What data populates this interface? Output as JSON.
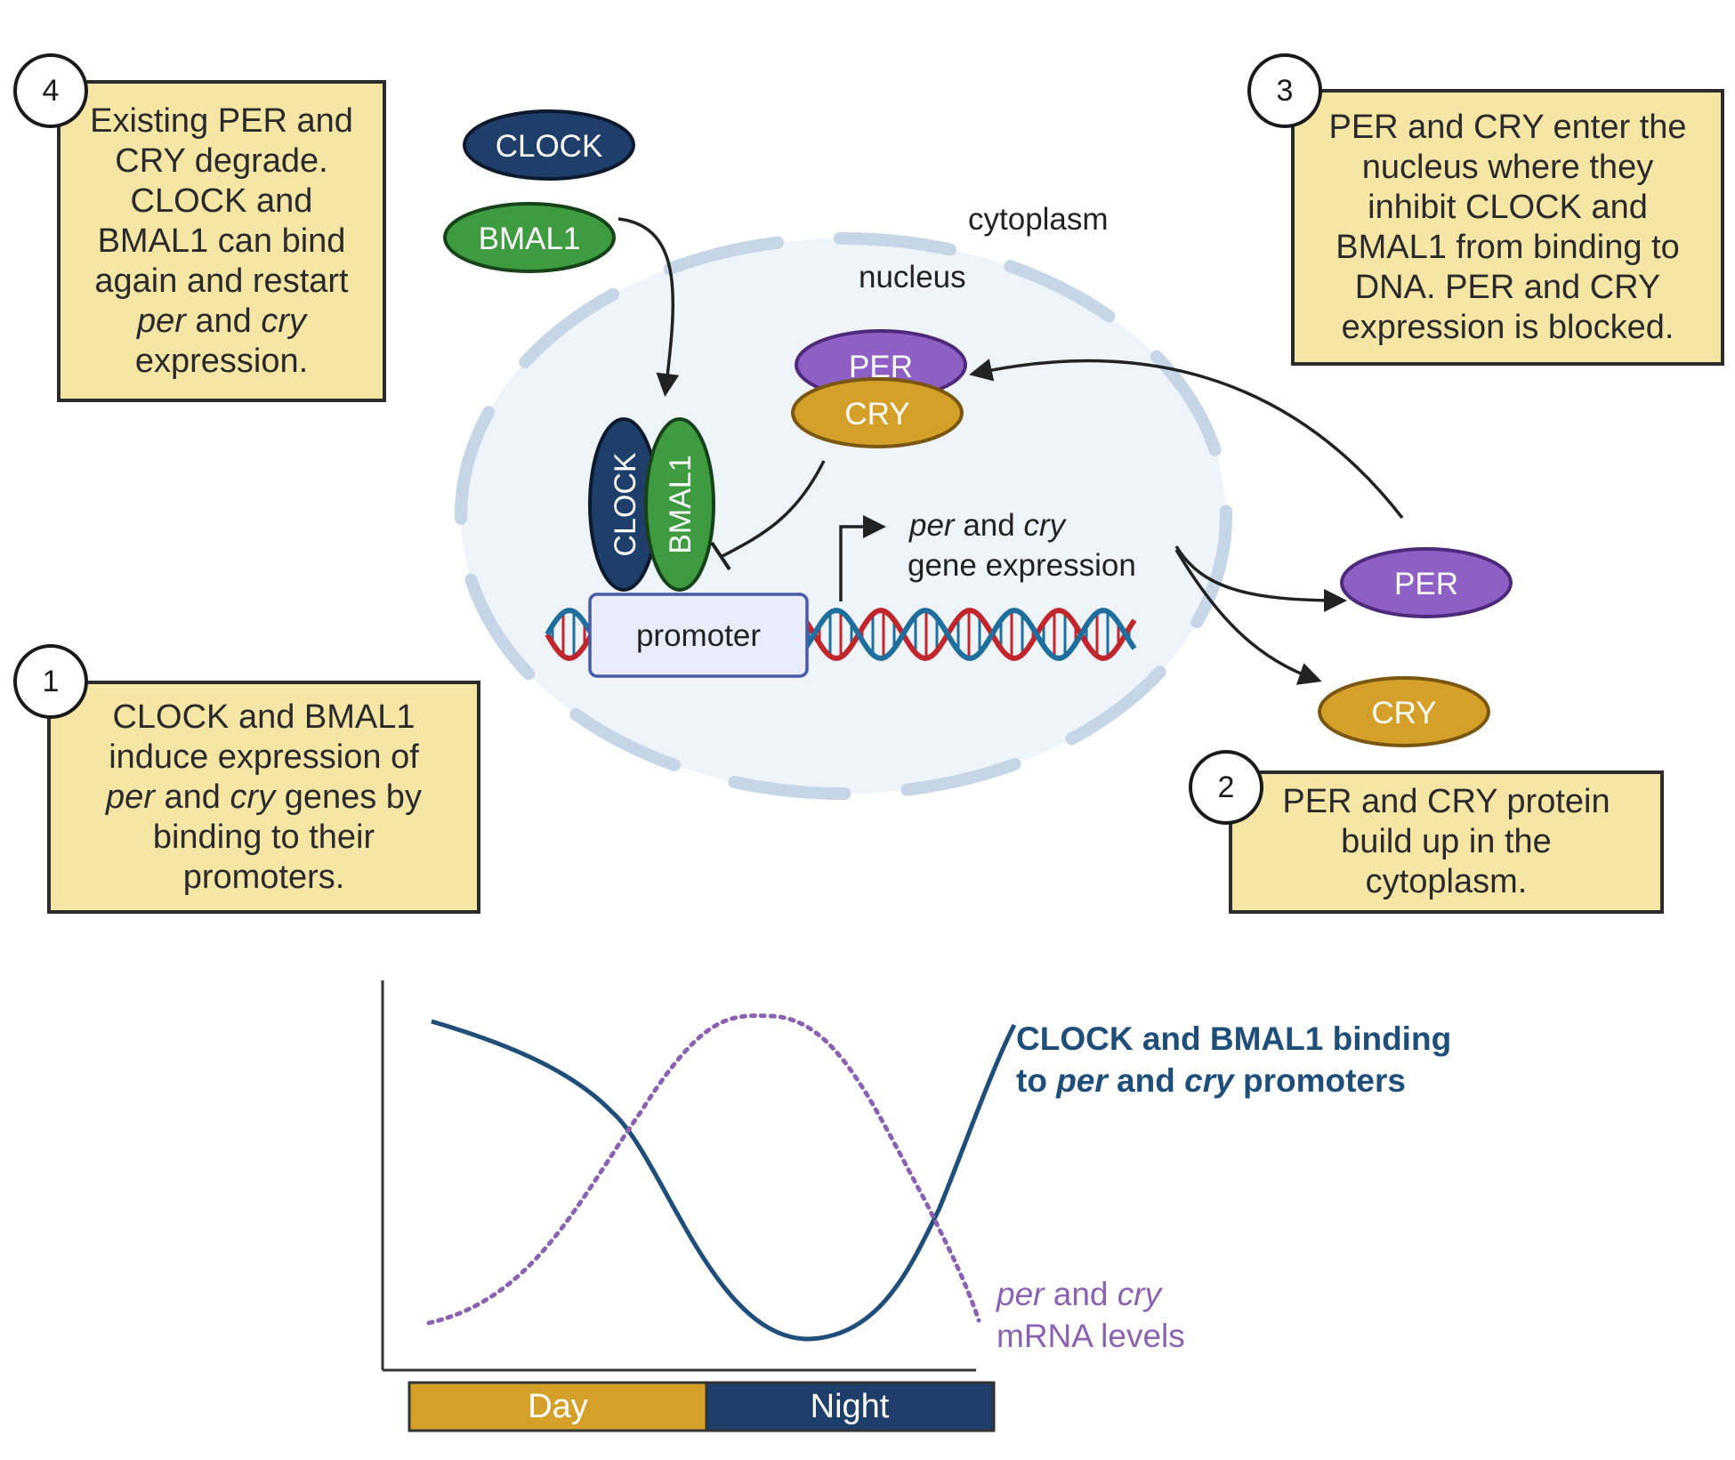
{
  "labels": {
    "cytoplasm": "cytoplasm",
    "nucleus": "nucleus",
    "promoter": "promoter",
    "expression_italic_1": "per",
    "expression_mid": " and ",
    "expression_italic_2": "cry",
    "expression_line2": "gene expression"
  },
  "proteins": {
    "clock": "CLOCK",
    "bmal1": "BMAL1",
    "per": "PER",
    "cry": "CRY"
  },
  "steps": [
    {
      "number": "1",
      "lines": [
        "CLOCK and BMAL1",
        "induce expression of",
        "|per| and |cry| genes by",
        "binding to their",
        "promoters."
      ]
    },
    {
      "number": "2",
      "lines": [
        "PER and CRY protein",
        "build up in the",
        "cytoplasm."
      ]
    },
    {
      "number": "3",
      "lines": [
        "PER and CRY enter the",
        "nucleus where they",
        "inhibit CLOCK and",
        "BMAL1 from binding to",
        "DNA. PER and CRY",
        "expression is blocked."
      ]
    },
    {
      "number": "4",
      "lines": [
        "Existing PER and",
        "CRY degrade.",
        "CLOCK and",
        "BMAL1 can bind",
        "again and restart",
        "|per| and |cry|",
        "expression."
      ]
    }
  ],
  "chart_data": {
    "type": "line",
    "x_periods": [
      "Day",
      "Night"
    ],
    "series": [
      {
        "name_parts": [
          "CLOCK and BMAL1 binding",
          "to ",
          "per",
          " and ",
          "cry",
          " promoters"
        ],
        "style": "solid",
        "color": "#1f4e79"
      },
      {
        "name_parts": [
          "per",
          " and ",
          "cry",
          "mRNA levels"
        ],
        "style": "dotted",
        "color": "#8a63b0"
      }
    ],
    "colors": {
      "day": "#d4a02a",
      "night": "#1f3f6b",
      "axis": "#333333"
    }
  },
  "colors": {
    "box_fill": "#f5e6a6",
    "clock": "#1f3f6b",
    "bmal1": "#3f9b3f",
    "per": "#8e5fc4",
    "cry": "#d4a02a",
    "nucleus_fill": "#eef4fa",
    "membrane": "#c6d6e6",
    "dna_red": "#c0272d",
    "dna_blue": "#1f6e9c"
  }
}
